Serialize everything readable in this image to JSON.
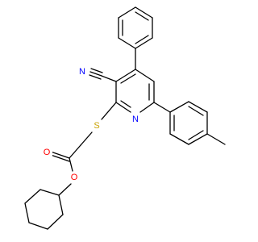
{
  "molecule": {
    "atoms": {
      "N_nitrile": {
        "symbol": "N",
        "color": "#0000ff"
      },
      "S": {
        "symbol": "S",
        "color": "#c9a200"
      },
      "N_ring": {
        "symbol": "N",
        "color": "#0000ff"
      },
      "O_carbonyl": {
        "symbol": "O",
        "color": "#ff0000"
      },
      "O_ester": {
        "symbol": "O",
        "color": "#ff0000"
      }
    }
  }
}
